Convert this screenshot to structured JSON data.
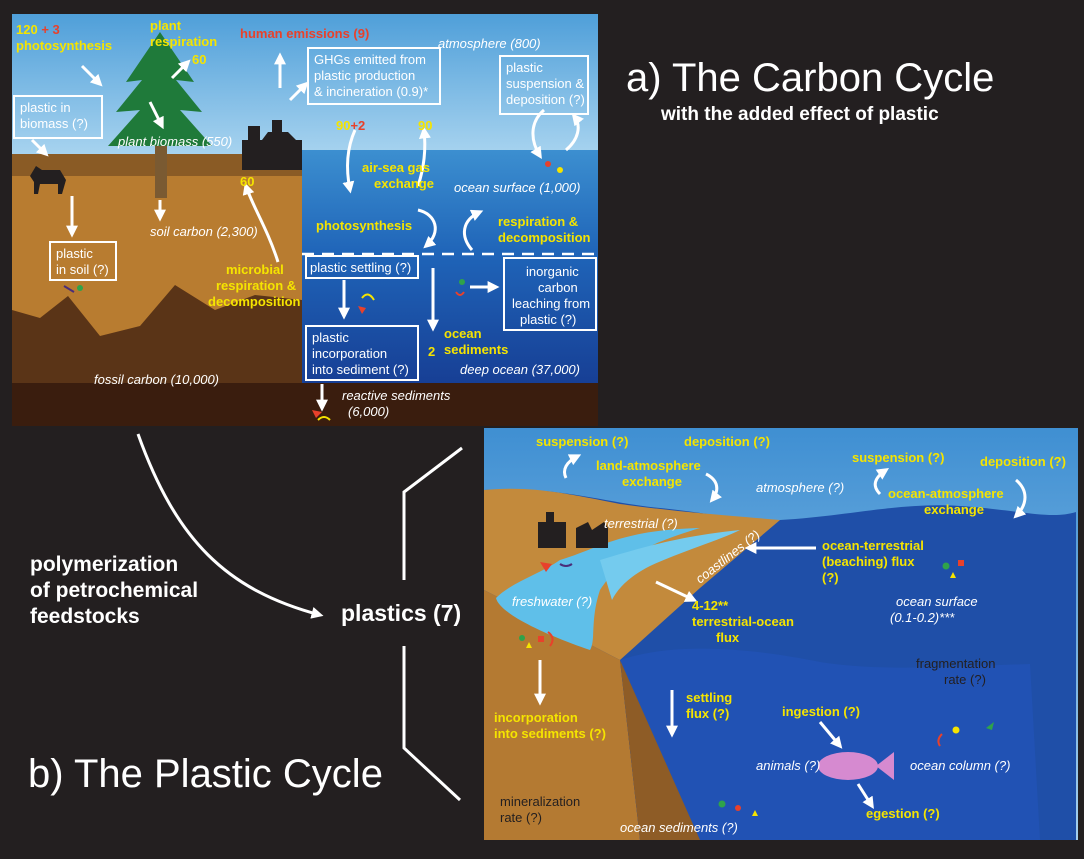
{
  "carbon": {
    "title": "a) The Carbon Cycle",
    "subtitle": "with the added effect of plastic",
    "labels": {
      "photo_num": "120",
      "photo_add": "+ 3",
      "photosynthesis": "photosynthesis",
      "plant_resp_1": "plant",
      "plant_resp_2": "respiration",
      "plant_resp_val": "60",
      "human_emissions": "human emissions (9)",
      "atmosphere": "atmosphere (800)",
      "ghg_1": "GHGs emitted from",
      "ghg_2": "plastic production",
      "ghg_3": "& incineration (0.9)*",
      "plastic_susp_1": "plastic",
      "plastic_susp_2": "suspension &",
      "plastic_susp_3": "deposition (?)",
      "plastic_biomass_1": "plastic in",
      "plastic_biomass_2": "biomass (?)",
      "plant_biomass": "plant biomass (550)",
      "airsea_num": "90",
      "airsea_add": "+2",
      "airsea_out": "90",
      "airsea_1": "air-sea gas",
      "airsea_2": "exchange",
      "ocean_surface": "ocean surface (1,000)",
      "microbial_val": "60",
      "soil_carbon": "soil carbon (2,300)",
      "ocean_photo": "photosynthesis",
      "resp_decomp_1": "respiration &",
      "resp_decomp_2": "decomposition",
      "plastic_soil_1": "plastic",
      "plastic_soil_2": "in soil (?)",
      "microbial_1": "microbial",
      "microbial_2": "respiration &",
      "microbial_3": "decomposition",
      "plastic_settling": "plastic settling (?)",
      "inorganic_1": "inorganic",
      "inorganic_2": "carbon",
      "inorganic_3": "leaching from",
      "inorganic_4": "plastic (?)",
      "plastic_incorp_1": "plastic",
      "plastic_incorp_2": "incorporation",
      "plastic_incorp_3": "into sediment (?)",
      "ocean_sed_1": "ocean",
      "ocean_sed_2": "sediments",
      "ocean_sed_val": "2",
      "deep_ocean": "deep ocean (37,000)",
      "fossil_carbon": "fossil carbon (10,000)",
      "reactive_1": "reactive sediments",
      "reactive_2": "(6,000)"
    }
  },
  "center": {
    "poly_1": "polymerization",
    "poly_2": "of petrochemical",
    "poly_3": "feedstocks",
    "plastics": "plastics (7)"
  },
  "plastic": {
    "title": "b) The Plastic Cycle",
    "labels": {
      "suspension_left": "suspension (?)",
      "deposition_left": "deposition (?)",
      "land_atm_1": "land-atmosphere",
      "land_atm_2": "exchange",
      "suspension_right": "suspension (?)",
      "deposition_right": "deposition (?)",
      "atmosphere": "atmosphere (?)",
      "ocean_atm_1": "ocean-atmosphere",
      "ocean_atm_2": "exchange",
      "terrestrial": "terrestrial (?)",
      "coastlines": "coastlines (?)",
      "beach_1": "ocean-terrestrial",
      "beach_2": "(beaching) flux",
      "beach_3": "(?)",
      "freshwater": "freshwater (?)",
      "flux_1": "4-12**",
      "flux_2": "terrestrial-ocean",
      "flux_3": "flux",
      "ocean_surface_1": "ocean surface",
      "ocean_surface_2": "(0.1-0.2)***",
      "frag_1": "fragmentation",
      "frag_2": "rate (?)",
      "settle_1": "settling",
      "settle_2": "flux (?)",
      "ingestion": "ingestion (?)",
      "incorp_1": "incorporation",
      "incorp_2": "into sediments (?)",
      "animals": "animals (?)",
      "ocean_column": "ocean column (?)",
      "mineral_1": "mineralization",
      "mineral_2": "rate (?)",
      "egestion": "egestion (?)",
      "ocean_sediments": "ocean sediments (?)"
    }
  },
  "colors": {
    "yellow": "#f5e400",
    "red": "#e8412b",
    "white": "#ffffff",
    "soil": "#b97a2c",
    "ocean_deep": "#1e4fa8",
    "sky": "#5ea9dc"
  }
}
